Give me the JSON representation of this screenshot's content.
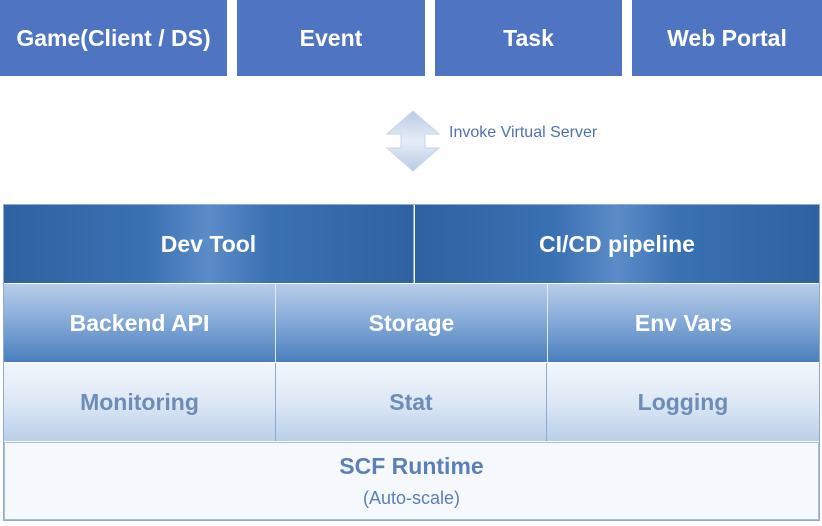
{
  "clients": [
    {
      "label": "Game(Client / DS)"
    },
    {
      "label": "Event"
    },
    {
      "label": "Task"
    },
    {
      "label": "Web Portal"
    }
  ],
  "invoke": {
    "label": "Invoke Virtual Server",
    "icon": "double-arrow-icon"
  },
  "stack": {
    "row1": [
      "Dev Tool",
      "CI/CD pipeline"
    ],
    "row2": [
      "Backend API",
      "Storage",
      "Env Vars"
    ],
    "row3": [
      "Monitoring",
      "Stat",
      "Logging"
    ],
    "runtime": {
      "title": "SCF Runtime",
      "subtitle": "(Auto-scale)"
    }
  },
  "colors": {
    "client_box": "#4f75c2",
    "row1": "#3a71b3",
    "row2": "#8db0dc",
    "row3": "#dde8f5",
    "runtime": "#f5f8fd",
    "label_blue": "#4e72b8"
  }
}
